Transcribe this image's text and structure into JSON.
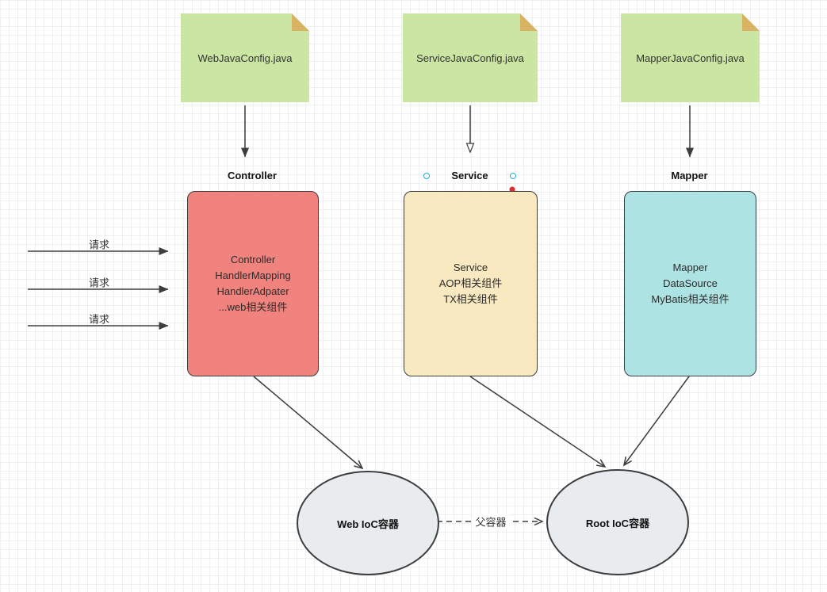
{
  "files": [
    {
      "label": "WebJavaConfig.java"
    },
    {
      "label": "ServiceJavaConfig.java"
    },
    {
      "label": "MapperJavaConfig.java"
    }
  ],
  "boxes": [
    {
      "title": "Controller",
      "lines": [
        "Controller",
        "HandlerMapping",
        "HandlerAdpater",
        "...web相关组件"
      ]
    },
    {
      "title": "Service",
      "lines": [
        "Service",
        "AOP相关组件",
        "TX相关组件"
      ]
    },
    {
      "title": "Mapper",
      "lines": [
        "Mapper",
        "DataSource",
        "MyBatis相关组件"
      ]
    }
  ],
  "request_labels": [
    "请求",
    "请求",
    "请求"
  ],
  "ellipses": [
    {
      "label": "Web IoC容器"
    },
    {
      "label": "Root IoC容器"
    }
  ],
  "edge_labels": {
    "parent_container": "父容器"
  },
  "colors": {
    "file_fill": "#cbe5a3",
    "file_fold": "#d9b363",
    "controller_fill": "#f0837d",
    "service_fill": "#f8e9c0",
    "mapper_fill": "#aee3e4",
    "ioc_fill": "#e8ecee",
    "stroke": "#3d3d3d",
    "selection_handle_blue": "#29a8df",
    "selection_dot_red": "#e02b2b"
  }
}
